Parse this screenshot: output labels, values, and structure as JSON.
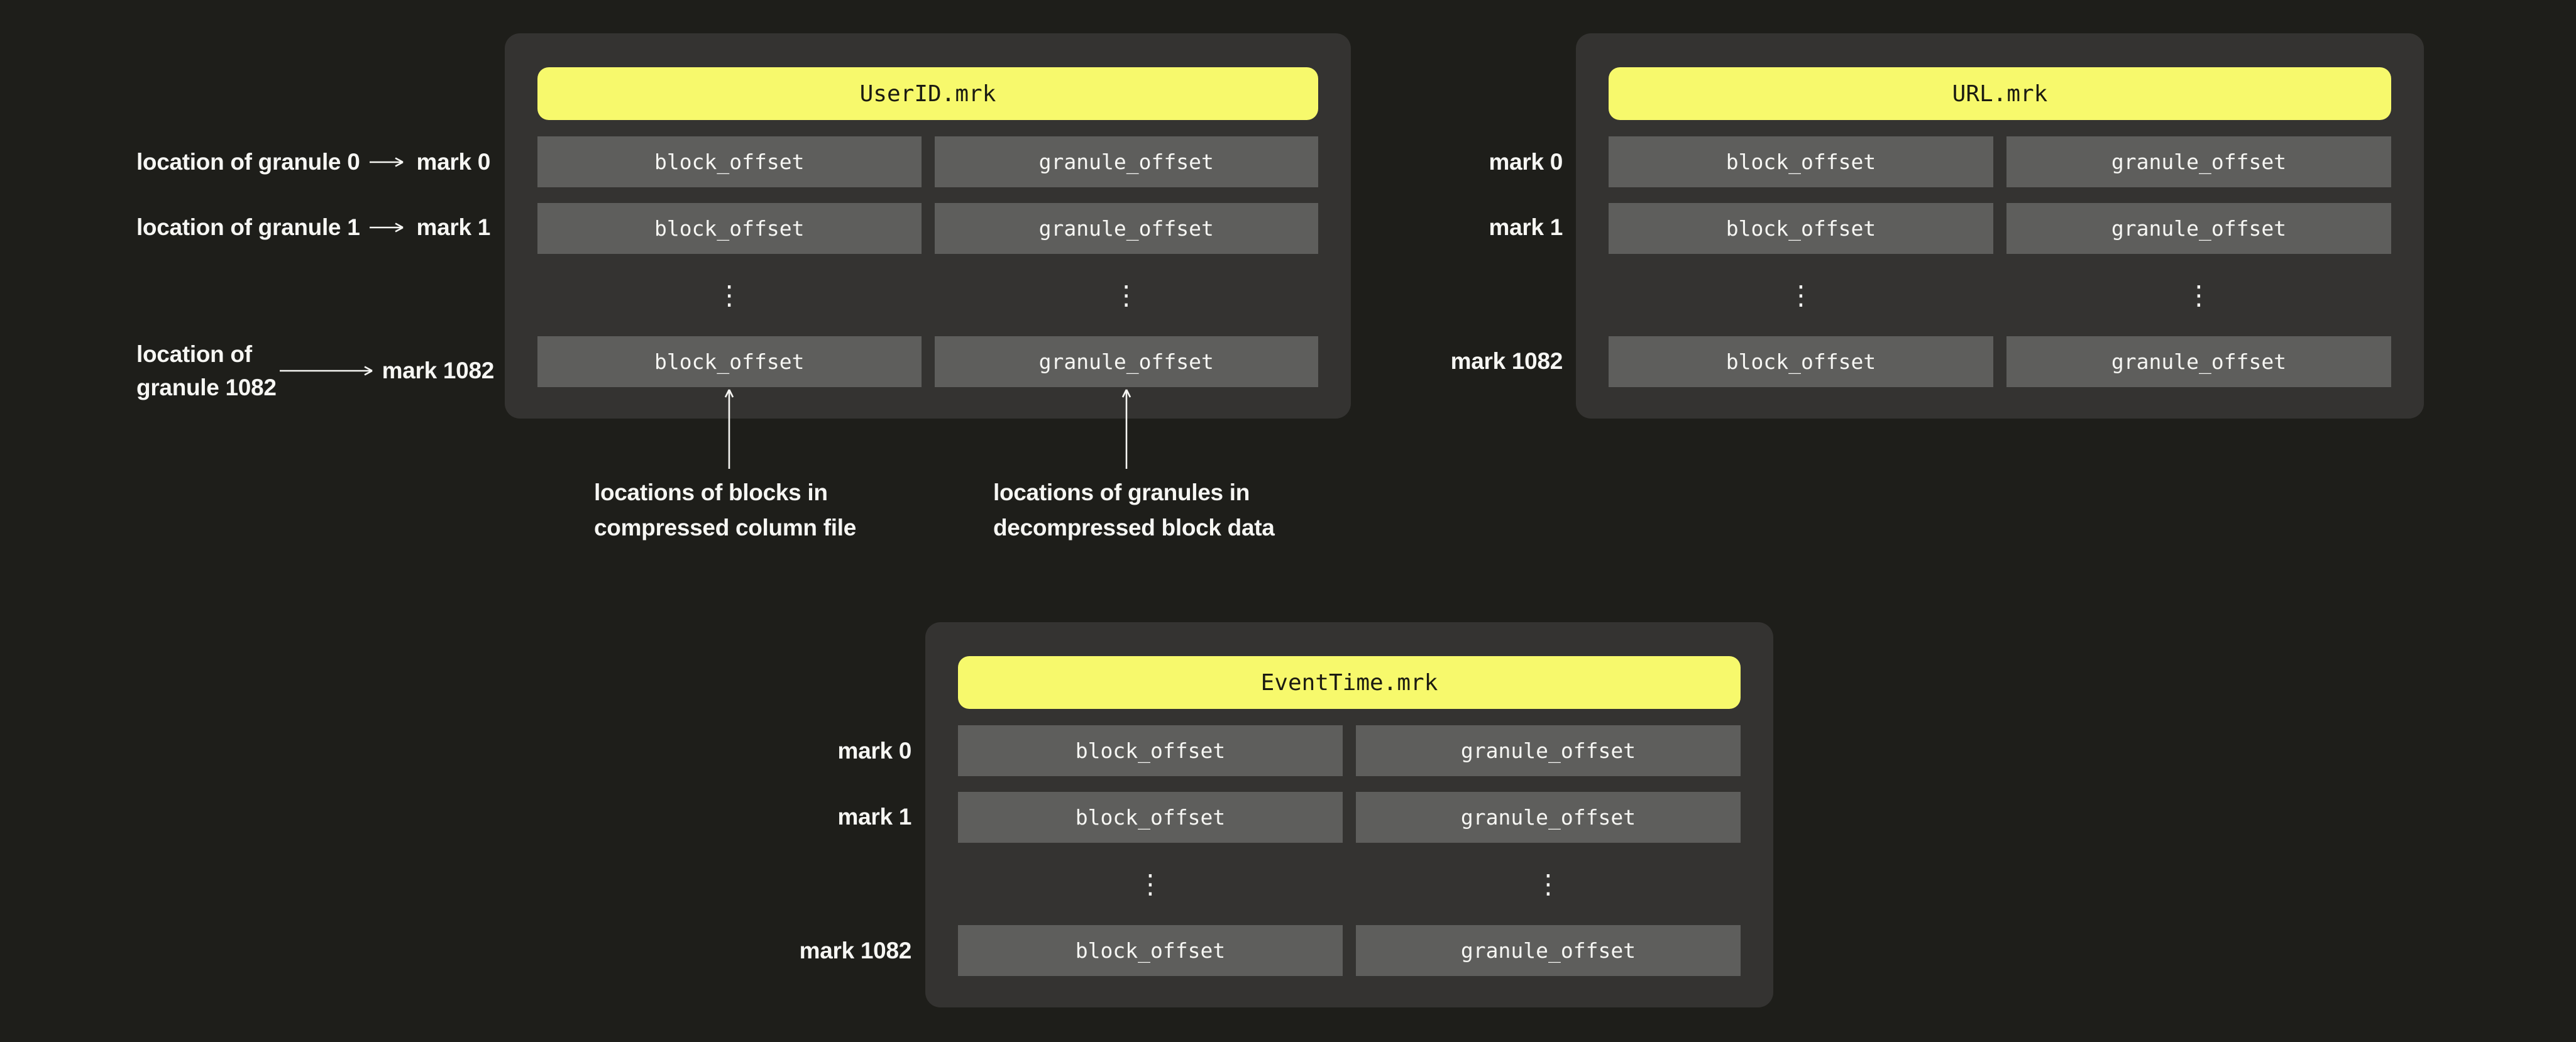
{
  "diagram": {
    "colors": {
      "background": "#1e1e1a",
      "panel": "#343331",
      "cell": "#5e5e5c",
      "header_bg": "#f7f96c",
      "header_text": "#1b1b12",
      "text_light": "#f6f6f3"
    },
    "panels": {
      "userid": {
        "title": "UserID.mrk"
      },
      "url": {
        "title": "URL.mrk"
      },
      "eventtime": {
        "title": "EventTime.mrk"
      }
    },
    "cell_labels": {
      "block": "block_offset",
      "granule": "granule_offset"
    },
    "ellipsis": "⋮",
    "marks": {
      "m0": "mark 0",
      "m1": "mark 1",
      "m1082": "mark 1082"
    },
    "left_annotations": {
      "granule0": "location of granule 0",
      "granule1": "location of granule 1",
      "granule1082_line1": "location of",
      "granule1082_line2": "granule 1082"
    },
    "bottom_annotations": {
      "blocks_line1": "locations of blocks in",
      "blocks_line2": "compressed column file",
      "granules_line1": "locations of granules in",
      "granules_line2": "decompressed block data"
    }
  }
}
